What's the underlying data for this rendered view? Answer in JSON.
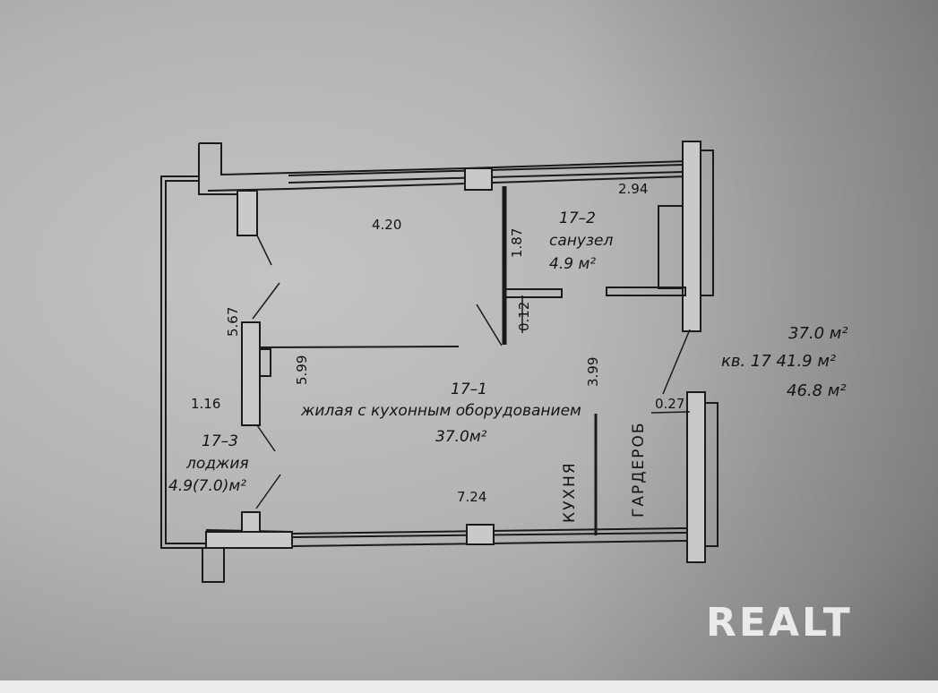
{
  "rooms": {
    "living": {
      "code": "17–1",
      "name": "жилая с кухонным оборудованием",
      "area": "37.0м²"
    },
    "bathroom": {
      "code": "17–2",
      "name": "санузел",
      "area": "4.9 м²"
    },
    "loggia": {
      "code": "17–3",
      "name": "лоджия",
      "area": "4.9(7.0)м²"
    },
    "kitchen": "КУХНЯ",
    "wardrobe": "ГАРДЕРОБ"
  },
  "dimensions": {
    "top_left_width": "4.20",
    "bathroom_width": "2.94",
    "bathroom_wall": "1.87",
    "wall_thickness": "0.12",
    "loggia_segment": "5.67",
    "living_depth": "5.99",
    "loggia_depth": "1.16",
    "room_depth": "3.99",
    "wall_gap": "0.27",
    "bottom_width": "7.24"
  },
  "apartment_summary": {
    "living_area": "37.0 м²",
    "total_line": "кв. 17  41.9 м²",
    "total_with_loggia": "46.8 м²"
  },
  "watermark": "REALT"
}
